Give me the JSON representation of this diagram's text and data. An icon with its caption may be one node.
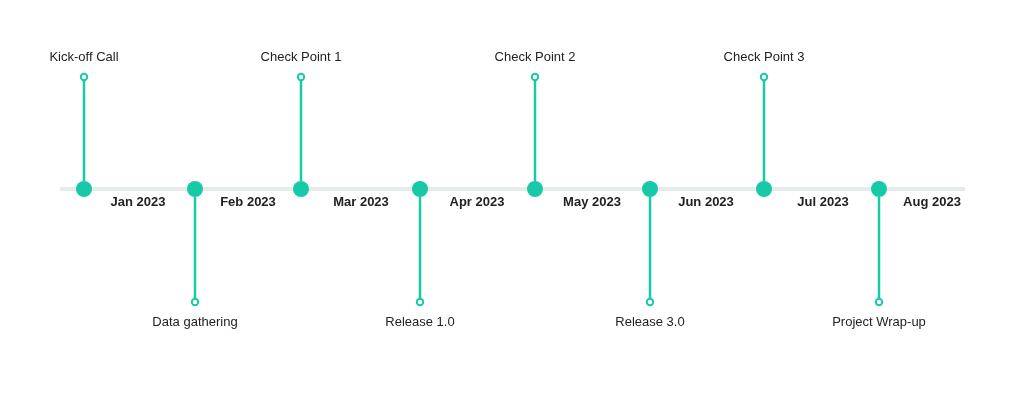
{
  "diagram": {
    "nodes": [
      {
        "text": [
          "Kick-off Call"
        ]
      },
      {
        "text": [
          "Data gathering"
        ]
      },
      {
        "text": [
          "Check Point 1"
        ]
      },
      {
        "text": [
          "Release 1.0"
        ]
      },
      {
        "text": [
          "Check Point 2"
        ]
      },
      {
        "text": [
          "Release 3.0"
        ]
      },
      {
        "text": [
          "Check Point 3"
        ]
      },
      {
        "text": [
          "Project Wrap-up"
        ]
      },
      {
        "text": [],
        "shape": "circle"
      },
      {
        "text": [],
        "shape": "circle"
      },
      {
        "text": [],
        "shape": "circle"
      },
      {
        "text": [],
        "shape": "circle"
      },
      {
        "text": [],
        "shape": "circle"
      },
      {
        "text": [],
        "shape": "circle"
      },
      {
        "text": [],
        "shape": "circle"
      },
      {
        "text": [],
        "shape": "circle"
      }
    ],
    "edges": [
      {
        "from": 0,
        "to": 8,
        "arrow": "other"
      },
      {
        "from": 1,
        "to": 9,
        "arrow": "other"
      },
      {
        "from": 2,
        "to": 10,
        "arrow": "other"
      },
      {
        "from": 3,
        "to": 11,
        "arrow": "other"
      },
      {
        "from": 4,
        "to": 12,
        "arrow": "other"
      },
      {
        "from": 5,
        "to": 13,
        "arrow": "other"
      },
      {
        "from": 6,
        "to": 14,
        "arrow": "other"
      },
      {
        "from": 7,
        "to": 15,
        "arrow": "other"
      }
    ],
    "labels": [
      "Jan 2023",
      "Feb 2023",
      "Mar 2023",
      "Apr 2023",
      "May 2023",
      "Jun 2023",
      "Jul 2023",
      "Aug 2023"
    ]
  }
}
